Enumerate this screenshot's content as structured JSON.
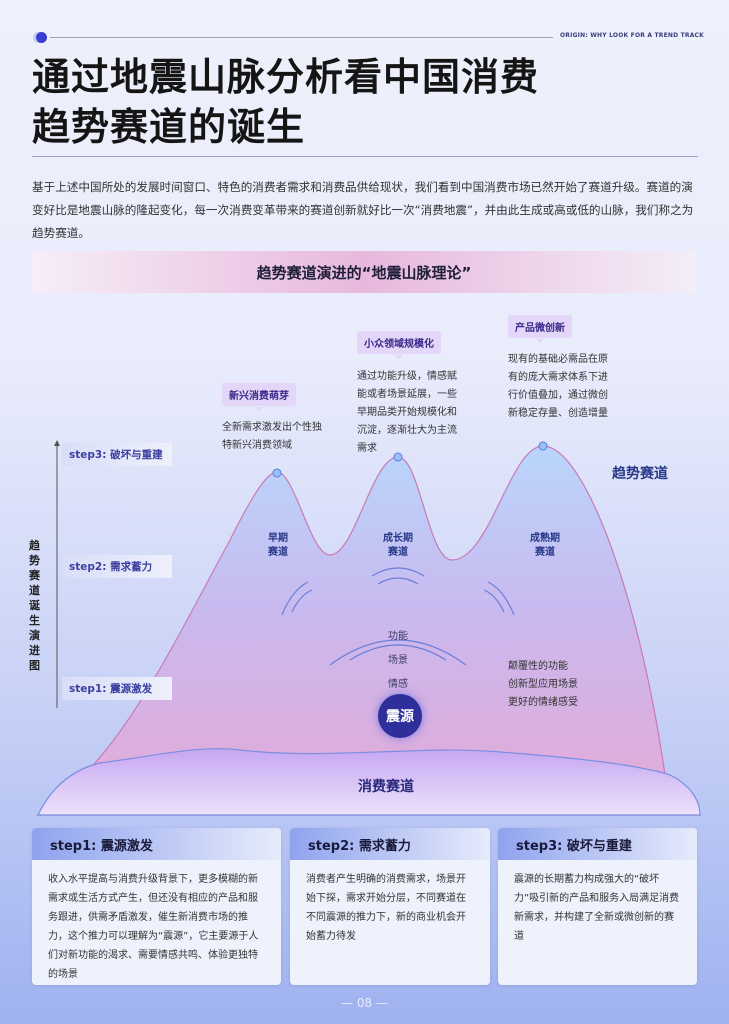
{
  "header": {
    "origin": "ORIGIN: WHY LOOK FOR  A TREND TRACK",
    "title_line1": "通过地震山脉分析看中国消费",
    "title_line2": "趋势赛道的诞生"
  },
  "intro": "基于上述中国所处的发展时间窗口、特色的消费者需求和消费品供给现状，我们看到中国消费市场已然开始了赛道升级。赛道的演变好比是地震山脉的隆起变化，每一次消费变革带来的赛道创新就好比一次“消费地震”，并由此生成或高或低的山脉，我们称之为趋势赛道。",
  "diagram": {
    "banner": "趋势赛道演进的“地震山脉理论”",
    "axis_title": "趋势赛道诞生演进图",
    "steps": [
      "step3: 破坏与重建",
      "step2: 需求蓄力",
      "step1: 震源激发"
    ],
    "peaks": [
      {
        "tag": "新兴消费萌芽",
        "desc": "全新需求激发出个性独特新兴消费领域",
        "label": "早期\n赛道"
      },
      {
        "tag": "小众领域规模化",
        "desc": "通过功能升级，情感赋能或者场景延展，一些早期品类开始规模化和沉淀，逐渐壮大为主流需求",
        "label": "成长期\n赛道"
      },
      {
        "tag": "产品微创新",
        "desc": "现有的基础必需品在原有的庞大需求体系下进行价值叠加，通过微创新稳定存量、创造增量",
        "label": "成熟期\n赛道"
      }
    ],
    "trend_track": "趋势赛道",
    "consumer_track": "消费赛道",
    "waves": [
      "功能",
      "场景",
      "情感"
    ],
    "epicenter": "震源",
    "effects": [
      "颠覆性的功能",
      "创新型应用场景",
      "更好的情绪感受"
    ]
  },
  "cards": [
    {
      "title": "step1: 震源激发",
      "body": "收入水平提高与消费升级背景下，更多模糊的新需求或生活方式产生，但还没有相应的产品和服务跟进，供需矛盾激发，催生新消费市场的推力，这个推力可以理解为“震源”，它主要源于人们对新功能的渴求、需要情感共鸣、体验更独特的场景"
    },
    {
      "title": "step2: 需求蓄力",
      "body": "消费者产生明确的消费需求，场景开始下探，需求开始分层，不同赛道在不同震源的推力下，新的商业机会开始蓄力待发"
    },
    {
      "title": "step3: 破坏与重建",
      "body": "震源的长期蓄力构成强大的“破坏力”吸引新的产品和服务入局满足消费新需求，并构建了全新或微创新的赛道"
    }
  ],
  "page_number": "— 08 —"
}
